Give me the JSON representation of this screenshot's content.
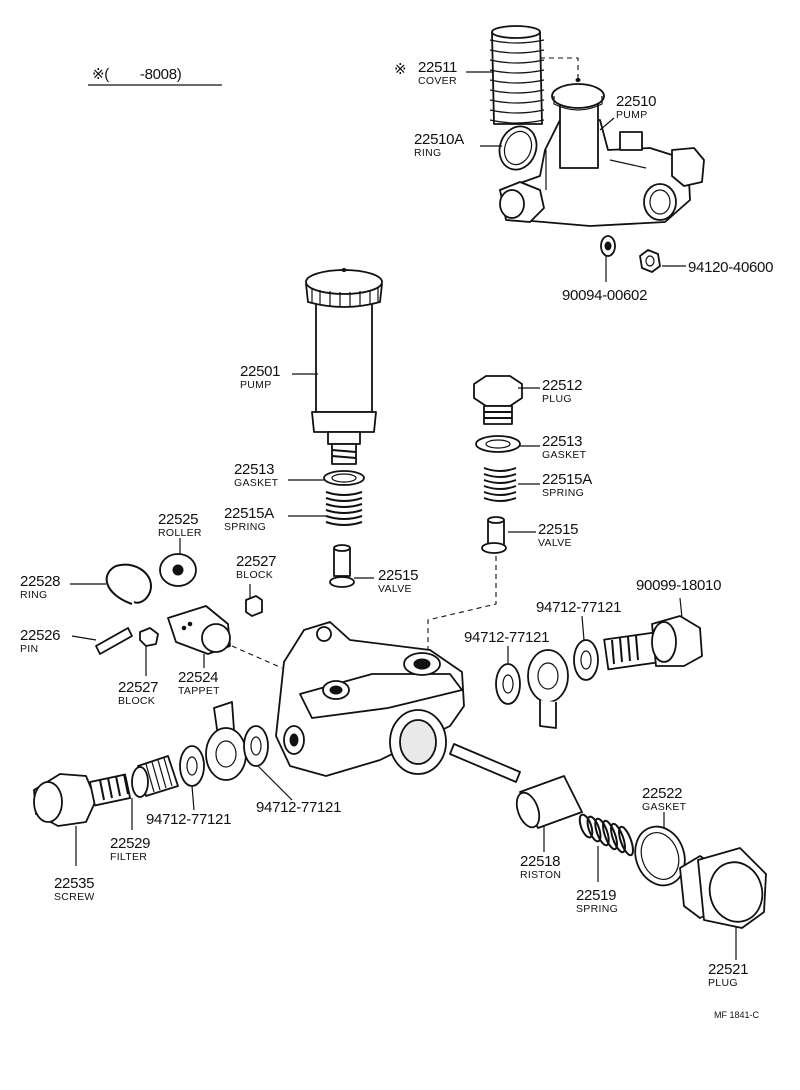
{
  "header_note": "※(        -8008)",
  "footer_code": "MF 1841-C",
  "callouts": {
    "c22511": {
      "number": "22511",
      "name": "COVER",
      "mark": "※"
    },
    "c22510": {
      "number": "22510",
      "name": "PUMP"
    },
    "c22510A": {
      "number": "22510A",
      "name": "RING"
    },
    "c90094": {
      "number": "90094-00602"
    },
    "c94120": {
      "number": "94120-40600"
    },
    "c22501": {
      "number": "22501",
      "name": "PUMP"
    },
    "c22512": {
      "number": "22512",
      "name": "PLUG"
    },
    "c22513a": {
      "number": "22513",
      "name": "GASKET"
    },
    "c22513b": {
      "number": "22513",
      "name": "GASKET"
    },
    "c22515Aa": {
      "number": "22515A",
      "name": "SPRING"
    },
    "c22515Ab": {
      "number": "22515A",
      "name": "SPRING"
    },
    "c22515a": {
      "number": "22515",
      "name": "VALVE"
    },
    "c22515b": {
      "number": "22515",
      "name": "VALVE"
    },
    "c22525": {
      "number": "22525",
      "name": "ROLLER"
    },
    "c22527a": {
      "number": "22527",
      "name": "BLOCK"
    },
    "c22527b": {
      "number": "22527",
      "name": "BLOCK"
    },
    "c22528": {
      "number": "22528",
      "name": "RING"
    },
    "c22526": {
      "number": "22526",
      "name": "PIN"
    },
    "c22524": {
      "number": "22524",
      "name": "TAPPET"
    },
    "c90099": {
      "number": "90099-18010"
    },
    "c94712a": {
      "number": "94712-77121"
    },
    "c94712b": {
      "number": "94712-77121"
    },
    "c94712c": {
      "number": "94712-77121"
    },
    "c94712d": {
      "number": "94712-77121"
    },
    "c22529": {
      "number": "22529",
      "name": "FILTER"
    },
    "c22535": {
      "number": "22535",
      "name": "SCREW"
    },
    "c22518": {
      "number": "22518",
      "name": "RISTON"
    },
    "c22519": {
      "number": "22519",
      "name": "SPRING"
    },
    "c22522": {
      "number": "22522",
      "name": "GASKET"
    },
    "c22521": {
      "number": "22521",
      "name": "PLUG"
    }
  }
}
